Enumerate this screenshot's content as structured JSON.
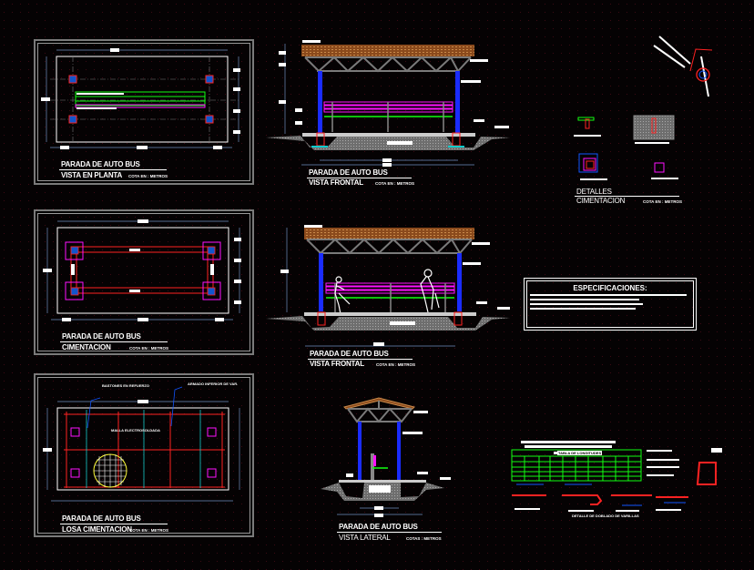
{
  "drawing": {
    "colors": {
      "background": "#050203",
      "frame": "#8a8a8a",
      "dimension": "#6f8fbf",
      "column": "#1a2cff",
      "footing": "#ff1a1a",
      "bench_top": "#ff1aff",
      "bench_seat": "#1aff1a",
      "roof": "#8b4a1c",
      "truss": "#7a7a7a",
      "concrete": "#8a8a8a"
    }
  },
  "panels": {
    "plan": {
      "title": "PARADA DE AUTO BUS",
      "subtitle": "VISTA EN PLANTA",
      "scale_note": "COTA EN : METROS"
    },
    "foundation": {
      "title": "PARADA DE AUTO BUS",
      "subtitle": "CIMENTACION",
      "scale_note": "COTA EN : METROS"
    },
    "slab": {
      "title": "PARADA DE AUTO BUS",
      "subtitle": "LOSA CIMENTACION",
      "scale_note": "COTA EN : METROS",
      "note_mesh": "MALLA ELECTROSOLDADA",
      "note_rebar": "ARMADO INFERIOR DE VAR.",
      "note_left": "BASTONES EN REFUERZO"
    },
    "front_view_1": {
      "title": "PARADA DE AUTO BUS",
      "subtitle": "VISTA FRONTAL",
      "scale_note": "COTA EN : METROS"
    },
    "front_view_2": {
      "title": "PARADA DE AUTO BUS",
      "subtitle": "VISTA FRONTAL",
      "scale_note": "COTA EN : METROS"
    },
    "lateral_view": {
      "title": "PARADA DE AUTO BUS",
      "subtitle": "VISTA LATERAL",
      "scale_note": "COTAS : METROS"
    },
    "details": {
      "title": "DETALLES",
      "subtitle": "CIMENTACION",
      "scale_note": "COTA EN : METROS"
    },
    "specs": {
      "title": "ESPECIFICACIONES:"
    },
    "rebar_table": {
      "title": "TABLA DE LONGITUDES",
      "caption": "DETALLE DE DOBLADO DE VARILLAS"
    }
  }
}
